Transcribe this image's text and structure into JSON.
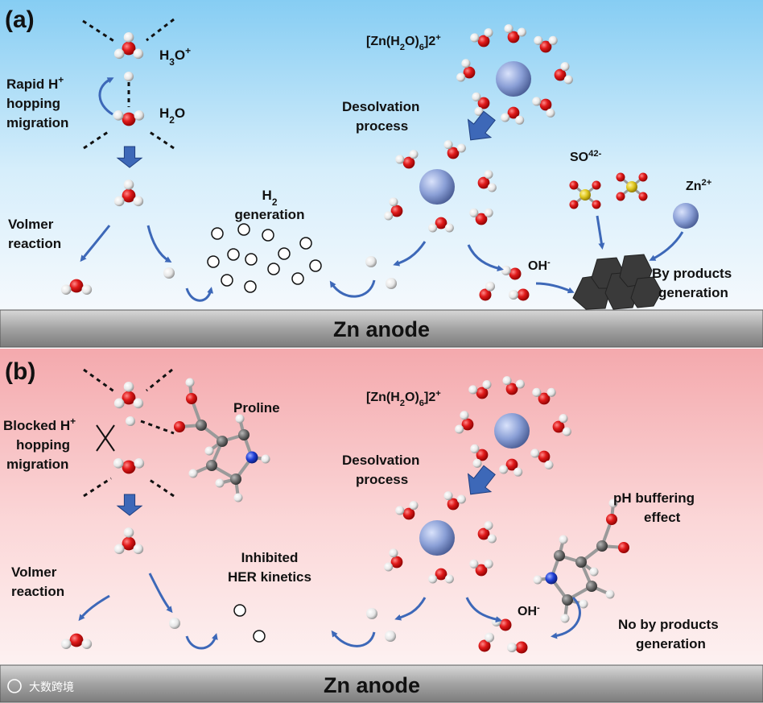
{
  "panel_a": {
    "tag": "(a)",
    "h3o": "H3O+",
    "h2o": "H2O",
    "hopping_line1": "Rapid  H+",
    "hopping_line2": "hopping",
    "hopping_line3": "migration",
    "volmer_line1": "Volmer",
    "volmer_line2": "reaction",
    "h2_line1": "H2",
    "h2_line2": "generation",
    "complex": "[Zn(H2O)6]2+",
    "desolv_line1": "Desolvation",
    "desolv_line2": "process",
    "so4": "SO42-",
    "zn2": "Zn2+",
    "oh": "OH-",
    "byproducts_line1": "By products",
    "byproducts_line2": "generation",
    "anode": "Zn anode"
  },
  "panel_b": {
    "tag": "(b)",
    "blocked_line1": "Blocked H+",
    "blocked_line2": "hopping",
    "blocked_line3": "migration",
    "proline": "Proline",
    "volmer_line1": "Volmer",
    "volmer_line2": "reaction",
    "inhibited_line1": "Inhibited",
    "inhibited_line2": "HER kinetics",
    "complex": "[Zn(H2O)6]2+",
    "desolv_line1": "Desolvation",
    "desolv_line2": "process",
    "ph_line1": "pH buffering",
    "ph_line2": "effect",
    "oh": "OH-",
    "nobyproducts_line1": "No by products",
    "nobyproducts_line2": "generation",
    "anode": "Zn anode"
  },
  "watermark": "大数跨境",
  "colors": {
    "oxygen": "#d8141c",
    "hydrogen": "#f2f2f2",
    "zinc": "#8a9fd6",
    "sulfur": "#e0c820",
    "carbon": "#6a6a6a",
    "nitrogen": "#1f3fd6",
    "arrow": "#3d68b8",
    "anode": "#a0a0a0"
  }
}
